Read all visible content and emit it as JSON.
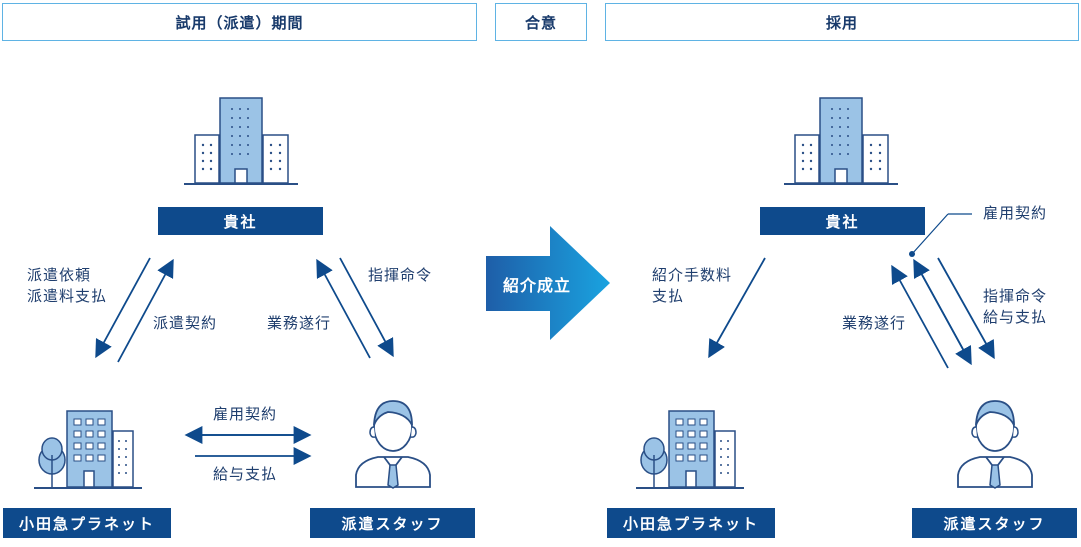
{
  "phases": {
    "trial": "試用（派遣）期間",
    "agree": "合意",
    "hire": "採用"
  },
  "left": {
    "company": "貴社",
    "agency": "小田急プラネット",
    "staff": "派遣スタッフ",
    "request": "派遣依頼\n派遣料支払",
    "dispatch_contract": "派遣契約",
    "command": "指揮命令",
    "duty": "業務遂行",
    "employment": "雇用契約",
    "salary": "給与支払"
  },
  "transition": "紹介成立",
  "right": {
    "company": "貴社",
    "agency": "小田急プラネット",
    "staff": "派遣スタッフ",
    "fee": "紹介手数料\n支払",
    "employment": "雇用契約",
    "command": "指揮命令\n給与支払",
    "duty": "業務遂行"
  },
  "colors": {
    "navy": "#0e4a8c",
    "frame": "#5fb3e4",
    "arrow_start": "#1e5ea8",
    "arrow_end": "#1aa3e0"
  }
}
